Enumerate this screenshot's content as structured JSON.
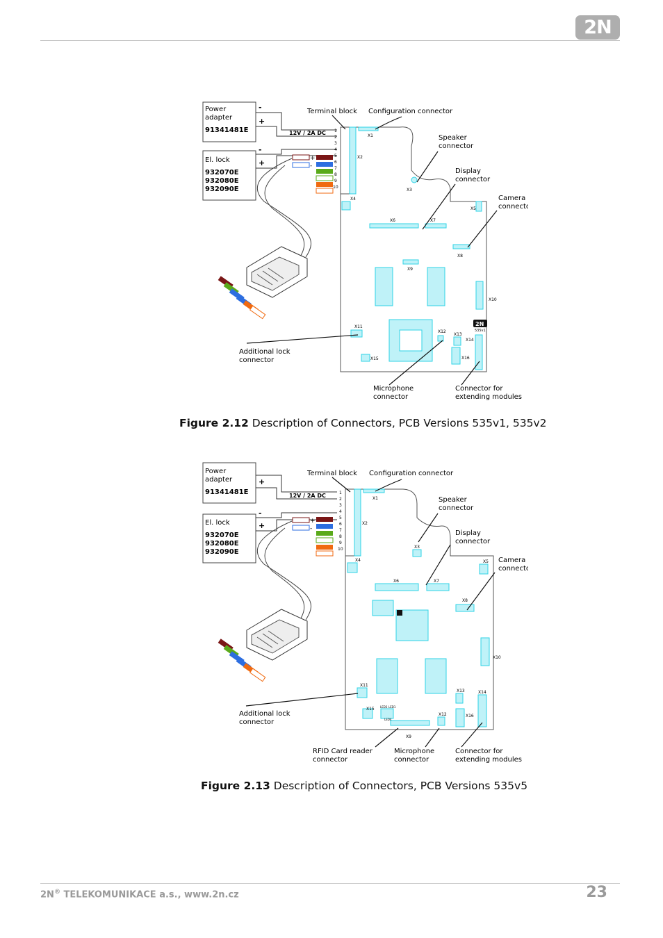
{
  "header": {
    "logo_text": "2N"
  },
  "figure1": {
    "caption_label": "Figure 2.12",
    "caption_text": " Description of Connectors, PCB Versions 535v1, 535v2",
    "power_adapter": {
      "line1": "Power",
      "line2": "adapter",
      "code": "91341481E"
    },
    "el_lock": {
      "label": "El. lock",
      "codes": [
        "932070E",
        "932080E",
        "932090E"
      ]
    },
    "polarity_minus": "-",
    "polarity_plus": "+",
    "supply_label": "12V / 2A DC",
    "pins": [
      "1",
      "2",
      "3",
      "4",
      "5",
      "6",
      "7",
      "8",
      "9",
      "10"
    ],
    "callouts": {
      "terminal_block": "Terminal block",
      "configuration": "Configuration connector",
      "speaker": [
        "Speaker",
        "connector"
      ],
      "display": [
        "Display",
        "connector"
      ],
      "camera": [
        "Camera",
        "connector"
      ],
      "additional_lock": [
        "Additional lock",
        "connector"
      ],
      "microphone": [
        "Microphone",
        "connector"
      ],
      "extending": [
        "Connector for",
        "extending modules"
      ]
    },
    "connector_ids": [
      "X1",
      "X2",
      "X3",
      "X4",
      "X5",
      "X6",
      "X7",
      "X8",
      "X9",
      "X10",
      "X11",
      "X12",
      "X13",
      "X14",
      "X15",
      "X16"
    ],
    "board_mark": "2N",
    "board_version": "535v1"
  },
  "figure2": {
    "caption_label": "Figure 2.13",
    "caption_text": " Description of Connectors, PCB Versions 535v5",
    "power_adapter": {
      "line1": "Power",
      "line2": "adapter",
      "code": "91341481E"
    },
    "el_lock": {
      "label": "El. lock",
      "codes": [
        "932070E",
        "932080E",
        "932090E"
      ]
    },
    "polarity_minus": "-",
    "polarity_plus": "+",
    "supply_label": "12V / 2A DC",
    "pins": [
      "1",
      "2",
      "3",
      "4",
      "5",
      "6",
      "7",
      "8",
      "9",
      "10"
    ],
    "callouts": {
      "terminal_block": "Terminal block",
      "configuration": "Configuration connector",
      "speaker": [
        "Speaker",
        "connector"
      ],
      "display": [
        "Display",
        "connector"
      ],
      "camera": [
        "Camera",
        "connector"
      ],
      "additional_lock": [
        "Additional lock",
        "connector"
      ],
      "rfid": [
        "RFID Card reader",
        "connector"
      ],
      "microphone": [
        "Microphone",
        "connector"
      ],
      "extending": [
        "Connector for",
        "extending modules"
      ]
    },
    "connector_ids": [
      "X1",
      "X2",
      "X3",
      "X4",
      "X5",
      "X6",
      "X7",
      "X8",
      "X9",
      "X10",
      "X11",
      "X12",
      "X13",
      "X14",
      "X15",
      "X16"
    ],
    "led_labels": [
      "LED3",
      "LED1",
      "LED4"
    ]
  },
  "footer": {
    "brand": "2N",
    "registered": "®",
    "company": " TELEKOMUNIKACE a.s., www.2n.cz",
    "page_number": "23"
  },
  "colors": {
    "cyan": "#2fd3e6",
    "wire_brown": "#7a1616",
    "wire_blue": "#2d6ee0",
    "wire_green": "#5aaa1a",
    "wire_orange": "#f06a10",
    "rule": "#b9b9b9",
    "footer_text": "#9a9a9a"
  }
}
